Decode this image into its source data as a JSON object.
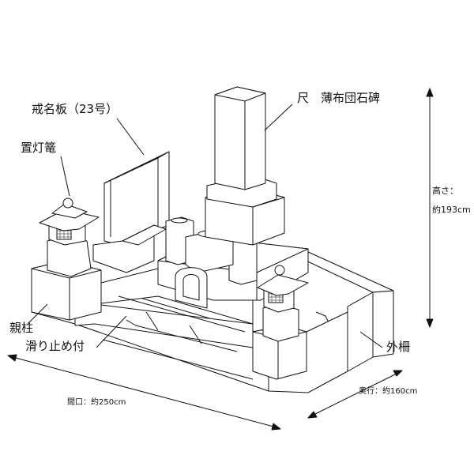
{
  "labels": {
    "kaimyoban": "戒名板（23号）",
    "okidoro": "置灯篭",
    "shaku": "尺　薄布団石碑",
    "height_title": "高さ：",
    "height_value": "約193cm",
    "oyabashira": "親柱",
    "suberidome": "滑り止め付",
    "sotosaku": "外柵",
    "okuyuki": "奥行：約160cm",
    "maguchi": "間口：約250cm"
  },
  "colors": {
    "line": "#111111",
    "background": "#ffffff"
  }
}
